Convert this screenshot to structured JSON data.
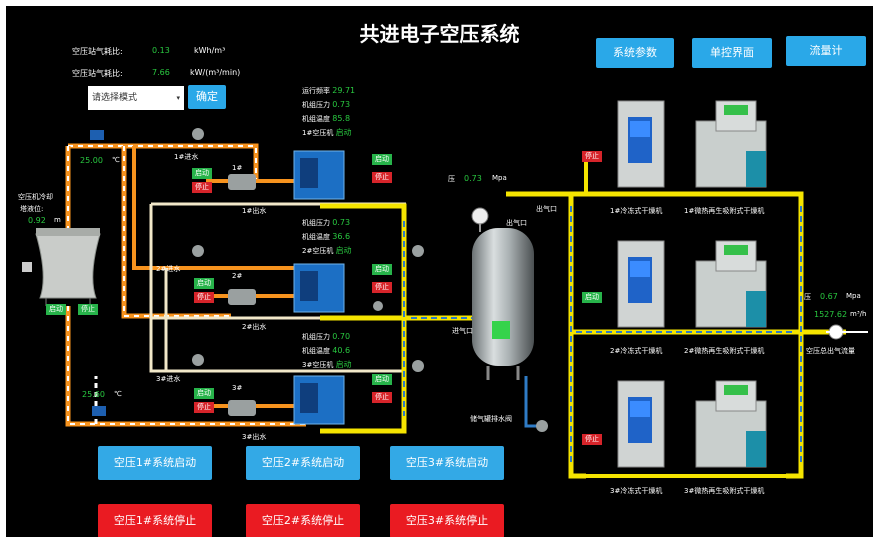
{
  "title": "共进电子空压系统",
  "top_buttons": [
    "系统参数",
    "单控界面",
    "流量计"
  ],
  "summary": [
    {
      "label": "空压站气耗比:",
      "value": "0.13",
      "unit": "kWh/m³"
    },
    {
      "label": "空压站气耗比:",
      "value": "7.66",
      "unit": "kW/(m³/min)"
    }
  ],
  "mode_select": {
    "value": "请选择模式",
    "confirm": "确定"
  },
  "cooling_tower": {
    "label1": "空压机冷却",
    "label2": "塔液位:",
    "level": "0.92",
    "level_unit": "m",
    "start": "启动",
    "stop": "停止",
    "temp_top": "25.00",
    "temp_bottom": "25.60",
    "temp_unit": "℃"
  },
  "compressors": [
    {
      "valve": "1#进水",
      "pump": "1#",
      "out_valve": "1#出水",
      "params": [
        [
          "运行频率",
          "29.71"
        ],
        [
          "机组压力",
          "0.73"
        ],
        [
          "机组温度",
          "85.8"
        ],
        [
          "1#空压机",
          "启动"
        ]
      ],
      "start": "启动",
      "stop": "停止",
      "system_start": "空压1#系统启动",
      "system_stop": "空压1#系统停止"
    },
    {
      "valve": "2#进水",
      "pump": "2#",
      "out_valve": "2#出水",
      "params": [
        [
          "机组压力",
          "0.73"
        ],
        [
          "机组温度",
          "36.6"
        ],
        [
          "2#空压机",
          "启动"
        ]
      ],
      "start": "启动",
      "stop": "停止",
      "system_start": "空压2#系统启动",
      "system_stop": "空压2#系统停止"
    },
    {
      "valve": "3#进水",
      "pump": "3#",
      "out_valve": "3#出水",
      "params": [
        [
          "机组压力",
          "0.70"
        ],
        [
          "机组温度",
          "40.6"
        ],
        [
          "3#空压机",
          "启动"
        ]
      ],
      "start": "启动",
      "stop": "停止",
      "system_start": "空压3#系统启动",
      "system_stop": "空压3#系统停止"
    }
  ],
  "tank": {
    "pressure_label": "压",
    "pressure": "0.73",
    "pressure_unit": "Mpa",
    "inlet": "进气口",
    "outlet": "出气口",
    "drain": "储气罐排水阀"
  },
  "dryers": [
    {
      "cold": "1#冷冻式干燥机",
      "adsorb": "1#微热再生吸附式干燥机",
      "badge": "停止",
      "badge_color": "#d6242a"
    },
    {
      "cold": "2#冷冻式干燥机",
      "adsorb": "2#微热再生吸附式干燥机",
      "badge": "启动",
      "badge_color": "#27b34a"
    },
    {
      "cold": "3#冷冻式干燥机",
      "adsorb": "3#微热再生吸附式干燥机",
      "badge": "停止",
      "badge_color": "#d6242a"
    }
  ],
  "outlet": {
    "pressure_label": "压",
    "pressure": "0.67",
    "pressure_unit": "Mpa",
    "flow": "1527.62",
    "flow_unit": "m³/h",
    "meter": "空压总出气流量"
  },
  "colors": {
    "start": "#27b34a",
    "stop": "#d6242a",
    "button": "#2aa8e8",
    "pipe_yellow": "#f5e400",
    "pipe_orange": "#f7931e"
  }
}
